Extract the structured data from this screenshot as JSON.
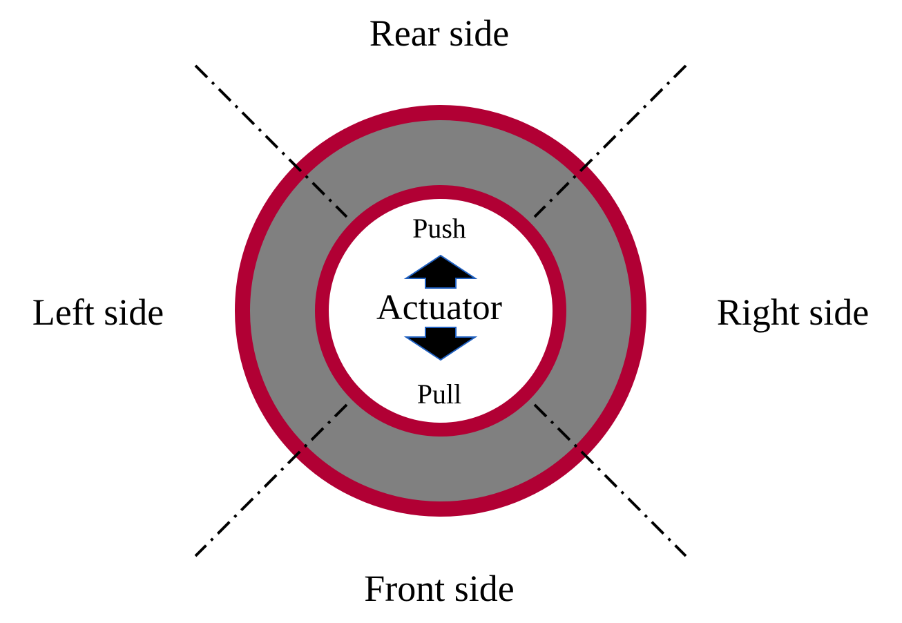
{
  "labels": {
    "rear": "Rear side",
    "front": "Front side",
    "left": "Left side",
    "right": "Right side",
    "center": "Actuator",
    "push": "Push",
    "pull": "Pull"
  },
  "colors": {
    "ring": "#b10034",
    "fill": "#808080",
    "inner": "#ffffff",
    "arrow": "#000000",
    "arrow_outline": "#1f5fbf"
  }
}
